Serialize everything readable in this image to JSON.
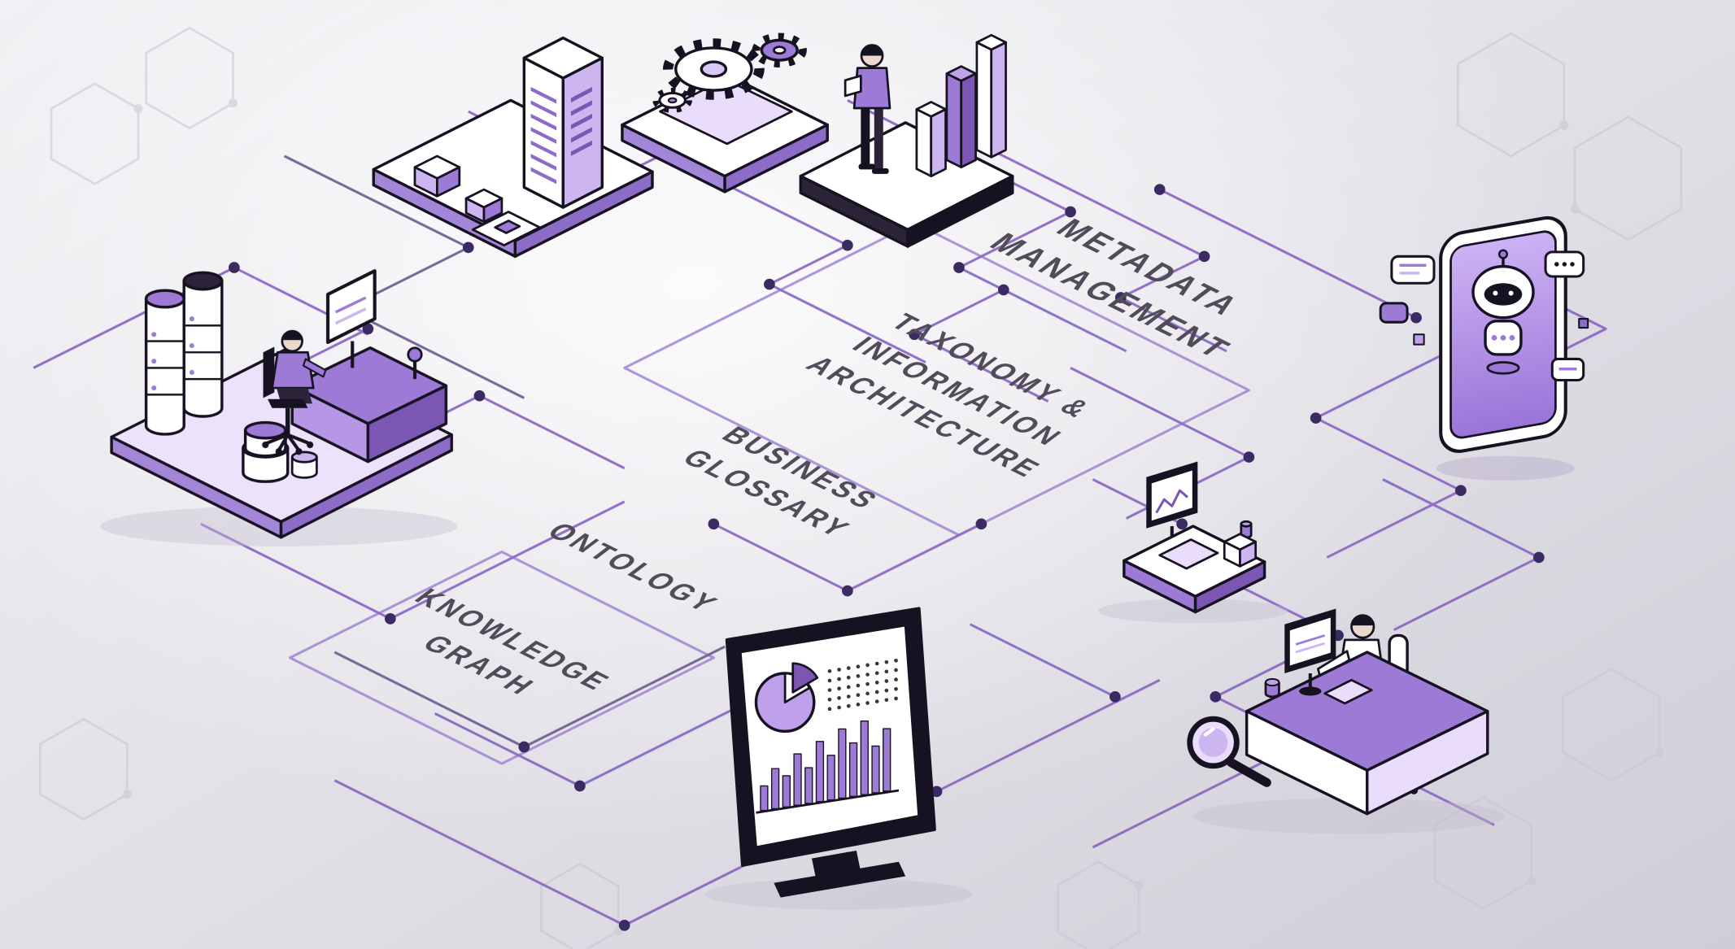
{
  "labels": {
    "metadata_management": "METADATA\nMANAGEMENT",
    "taxonomy_information_architecture": "TAXONOMY &\nINFORMATION\nARCHITECTURE",
    "business_glossary": "BUSINESS\nGLOSSARY",
    "ontology": "ONTOLOGY",
    "knowledge_graph": "KNOWLEDGE\nGRAPH"
  },
  "illustrations": [
    "server-building-illustration",
    "gears-platform-illustration",
    "analyst-with-bar-chart-illustration",
    "chatbot-phone-illustration",
    "data-engineer-workspace-illustration",
    "dashboard-monitor-illustration",
    "workstation-illustration",
    "researcher-desk-illustration",
    "magnifying-glass-icon"
  ],
  "colors": {
    "accent_purple": "#8a68c4",
    "light_purple": "#cdb6f0",
    "mid_purple": "#9d7ad6",
    "dark_purple": "#7b57b3",
    "outline": "#171221",
    "node": "#3c2b63",
    "label_text": "#514c5a",
    "background_light": "#f0eff3",
    "background_dark": "#cfced7"
  }
}
